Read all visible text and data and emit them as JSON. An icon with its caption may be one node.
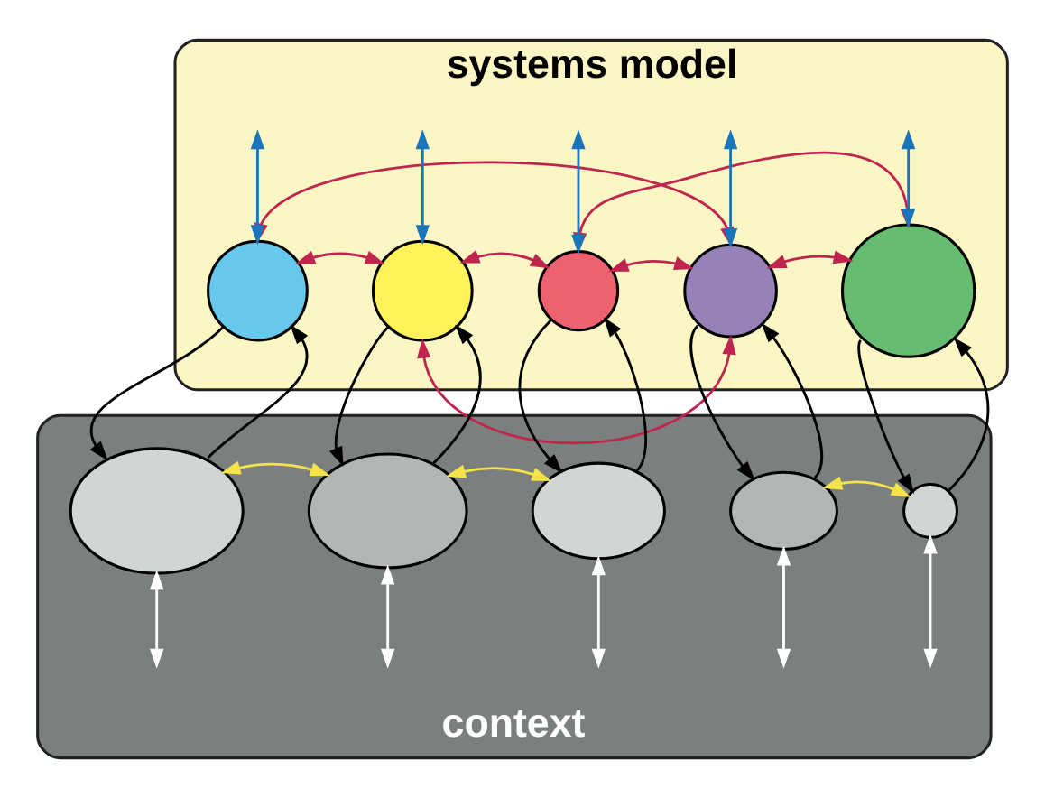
{
  "diagram": {
    "nodes": [
      {
        "text": [
          "systems model"
        ]
      },
      {
        "text": [],
        "shape": "circle",
        "in": 0
      },
      {
        "text": [],
        "shape": "circle",
        "in": 0
      },
      {
        "text": [],
        "shape": "circle",
        "in": 0
      },
      {
        "text": [],
        "shape": "circle",
        "in": 0
      },
      {
        "text": [],
        "shape": "circle",
        "in": 0
      },
      {
        "text": [
          "context"
        ]
      },
      {
        "text": [],
        "shape": "ellipse",
        "in": 6
      },
      {
        "text": [],
        "shape": "ellipse",
        "in": 6
      },
      {
        "text": [],
        "shape": "ellipse",
        "in": 6
      },
      {
        "text": [],
        "shape": "ellipse",
        "in": 6
      },
      {
        "text": [],
        "shape": "circle",
        "in": 6
      }
    ],
    "edges": [
      {
        "from": 1,
        "to": 4,
        "arrow": "both",
        "color": "#c0254f"
      },
      {
        "from": 1,
        "to": 2,
        "arrow": "both",
        "color": "#c0254f"
      },
      {
        "from": 2,
        "to": 4,
        "arrow": "both",
        "color": "#c0254f"
      },
      {
        "from": 3,
        "to": 4,
        "arrow": "both",
        "color": "#c0254f"
      },
      {
        "from": 4,
        "to": 5,
        "arrow": "both",
        "color": "#c0254f"
      },
      {
        "from": 3,
        "to": 5,
        "arrow": "both",
        "color": "#c0254f"
      },
      {
        "from": 2,
        "to": 3,
        "arrow": "both",
        "color": "#c0254f"
      },
      {
        "from": 1,
        "to": 7,
        "arrow": "to"
      },
      {
        "from": 7,
        "to": 1,
        "arrow": "to"
      },
      {
        "from": 2,
        "to": 8,
        "arrow": "to"
      },
      {
        "from": 8,
        "to": 2,
        "arrow": "to"
      },
      {
        "from": 3,
        "to": 9,
        "arrow": "to"
      },
      {
        "from": 9,
        "to": 3,
        "arrow": "to"
      },
      {
        "from": 4,
        "to": 10,
        "arrow": "to"
      },
      {
        "from": 10,
        "to": 4,
        "arrow": "to"
      },
      {
        "from": 5,
        "to": 11,
        "arrow": "to"
      },
      {
        "from": 11,
        "to": 5,
        "arrow": "to"
      },
      {
        "from": 7,
        "to": 8,
        "arrow": "both",
        "color": "#f5e34a"
      },
      {
        "from": 8,
        "to": 9,
        "arrow": "both",
        "color": "#f5e34a"
      },
      {
        "from": 10,
        "to": 11,
        "arrow": "both",
        "color": "#f5e34a"
      },
      {
        "from": null,
        "to": 1,
        "arrow": "both",
        "color": "#1a75bb"
      },
      {
        "from": null,
        "to": 2,
        "arrow": "both",
        "color": "#1a75bb"
      },
      {
        "from": null,
        "to": 3,
        "arrow": "both",
        "color": "#1a75bb"
      },
      {
        "from": null,
        "to": 4,
        "arrow": "both",
        "color": "#1a75bb"
      },
      {
        "from": null,
        "to": 5,
        "arrow": "both",
        "color": "#1a75bb"
      },
      {
        "from": null,
        "to": 7,
        "arrow": "both",
        "color": "#ffffff"
      },
      {
        "from": null,
        "to": 8,
        "arrow": "both",
        "color": "#ffffff"
      },
      {
        "from": null,
        "to": 9,
        "arrow": "both",
        "color": "#ffffff"
      },
      {
        "from": null,
        "to": 10,
        "arrow": "both",
        "color": "#ffffff"
      },
      {
        "from": null,
        "to": 11,
        "arrow": "both",
        "color": "#ffffff"
      }
    ]
  }
}
